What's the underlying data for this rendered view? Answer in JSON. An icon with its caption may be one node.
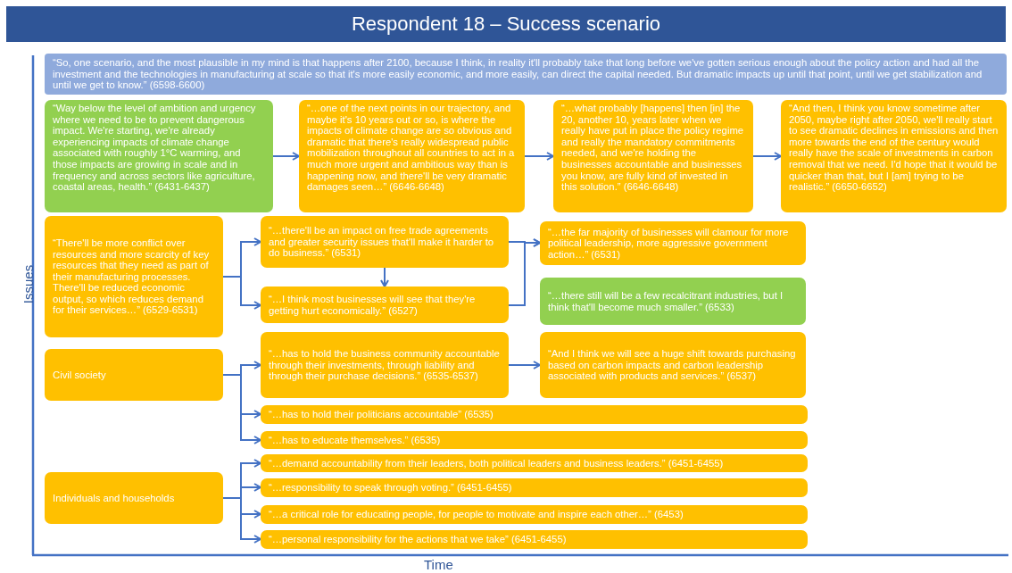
{
  "diagram": {
    "title": "Respondent 18 – Success scenario",
    "nodes": [
      {
        "text": [
          "“So, one scenario, and the most plausible in my mind is that happens after 2100, because I think, in reality it'll probably take that long before we've gotten serious enough about the policy action and had all the investment and the technologies in manufacturing at scale so that it's more easily economic, and more easily, can direct the capital needed. But dramatic impacts up until that point, until we get stabilization and until we get to know.”  (6598-6600)"
        ]
      },
      {
        "text": [
          "“Way below the level of ambition and urgency where we need to be to prevent dangerous impact. We're starting, we're already experiencing impacts of climate change associated with roughly 1°C warming, and those impacts are growing in scale and in frequency and across sectors like agriculture, coastal areas, health.” (6431-6437)"
        ]
      },
      {
        "text": [
          "“…one of the next points in our trajectory, and maybe it's 10 years out or so, is where the impacts of climate change are so obvious and dramatic that there's really widespread public mobilization throughout all countries to act in a much more urgent and ambitious way than is happening now, and there'll be very dramatic damages seen…” (6646-6648)"
        ]
      },
      {
        "text": [
          "“…what probably [happens] then [in] the 20, another 10, years later when we really have put in place the policy regime and really the mandatory commitments needed, and we're holding the businesses accountable and businesses you know, are fully kind of invested in this solution.” (6646-6648)"
        ]
      },
      {
        "text": [
          "“And then, I think you know sometime after 2050, maybe right after 2050, we'll really start to see dramatic declines in emissions and then more towards the end of the century would really have the scale of investments in carbon removal that we need. I'd hope that it would be quicker than that, but I [am] trying to be realistic.” (6650-6652)"
        ]
      },
      {
        "text": [
          "“There'll be more conflict over resources and more scarcity of key resources that they need as part of their manufacturing processes.  There'll be reduced economic output, so which reduces demand for their services…” (6529-6531)"
        ]
      },
      {
        "text": [
          "“…there'll be an impact on free trade agreements and greater security issues that'll make it harder to do business.” (6531)"
        ]
      },
      {
        "text": [
          "“…I think most businesses will see that they're getting hurt economically.” (6527)"
        ]
      },
      {
        "text": [
          "“…the far majority of businesses will clamour for more political leadership, more aggressive government action…” (6531)"
        ]
      },
      {
        "text": [
          "“…there still will be a few recalcitrant industries, but I think that'll become much smaller.” (6533)"
        ]
      },
      {
        "text": [
          "Civil society"
        ]
      },
      {
        "text": [
          "“…has to hold the business community accountable through their investments, through liability and through their purchase decisions.” (6535-6537)"
        ]
      },
      {
        "text": [
          "“And I think we will see a huge shift towards purchasing based on carbon impacts and carbon leadership associated with products and services.” (6537)"
        ]
      },
      {
        "text": [
          "“…has to hold their politicians accountable” (6535)"
        ]
      },
      {
        "text": [
          "“…has to educate themselves.” (6535)"
        ]
      },
      {
        "text": [
          "Individuals and households"
        ]
      },
      {
        "text": [
          "“…demand accountability from their leaders, both political leaders and business leaders.” (6451-6455)"
        ]
      },
      {
        "text": [
          "“…responsibility to speak through voting.” (6451-6455)"
        ]
      },
      {
        "text": [
          "“…a critical role for educating people, for people to motivate and inspire each other…” (6453)"
        ]
      },
      {
        "text": [
          "“…personal responsibility for the actions that we take” (6451-6455)"
        ]
      }
    ],
    "edges": [
      {
        "from": 1,
        "to": 2,
        "arrow": "to"
      },
      {
        "from": 2,
        "to": 3,
        "arrow": "to"
      },
      {
        "from": 3,
        "to": 4,
        "arrow": "to"
      },
      {
        "from": 5,
        "to": 6,
        "arrow": "to"
      },
      {
        "from": 5,
        "to": 7,
        "arrow": "to"
      },
      {
        "from": 6,
        "to": 7,
        "arrow": "to"
      },
      {
        "from": 6,
        "to": 8,
        "arrow": "to"
      },
      {
        "from": 7,
        "to": 8,
        "arrow": "to"
      },
      {
        "from": 10,
        "to": 11,
        "arrow": "to"
      },
      {
        "from": 10,
        "to": 13,
        "arrow": "to"
      },
      {
        "from": 10,
        "to": 14,
        "arrow": "to"
      },
      {
        "from": 11,
        "to": 12,
        "arrow": "to"
      },
      {
        "from": 15,
        "to": 16,
        "arrow": "to"
      },
      {
        "from": 15,
        "to": 17,
        "arrow": "to"
      },
      {
        "from": 15,
        "to": 18,
        "arrow": "to"
      },
      {
        "from": 15,
        "to": 19,
        "arrow": "to"
      }
    ],
    "labels": [
      "Issues",
      "Time"
    ]
  }
}
